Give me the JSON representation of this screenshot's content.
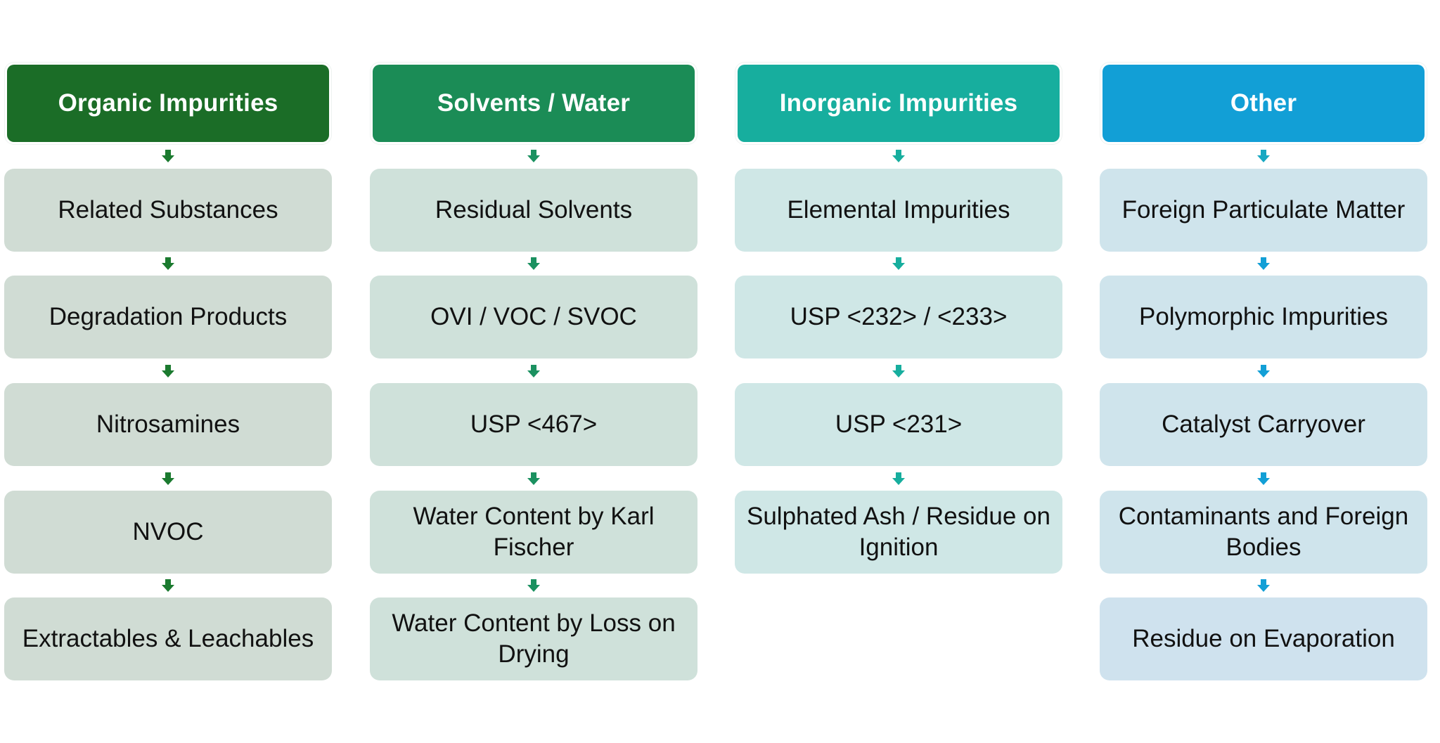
{
  "diagram": {
    "columns": [
      {
        "title": "Organic Impurities",
        "color": "#1b6d27",
        "box_color": "#d0dcd4",
        "items": [
          "Related Substances",
          "Degradation Products",
          "Nitrosamines",
          "NVOC",
          "Extractables & Leachables"
        ]
      },
      {
        "title": "Solvents / Water",
        "color": "#1b8c56",
        "box_color": "#cfe1da",
        "items": [
          "Residual Solvents",
          "OVI / VOC / SVOC",
          "USP <467>",
          "Water Content by Karl Fischer",
          "Water Content by Loss on Drying"
        ]
      },
      {
        "title": "Inorganic Impurities",
        "color": "#17ae9e",
        "box_color": "#cfe7e6",
        "items": [
          "Elemental Impurities",
          "USP <232> / <233>",
          "USP <231>",
          "Sulphated Ash / Residue on Ignition"
        ]
      },
      {
        "title": "Other",
        "color": "#129fd6",
        "box_color": "#cfe4ec",
        "items": [
          "Foreign Particulate Matter",
          "Polymorphic Impurities",
          "Catalyst Carryover",
          "Contaminants and Foreign Bodies",
          "Residue on Evaporation"
        ]
      }
    ],
    "icons": {
      "connector": "arrow-down-icon"
    }
  }
}
